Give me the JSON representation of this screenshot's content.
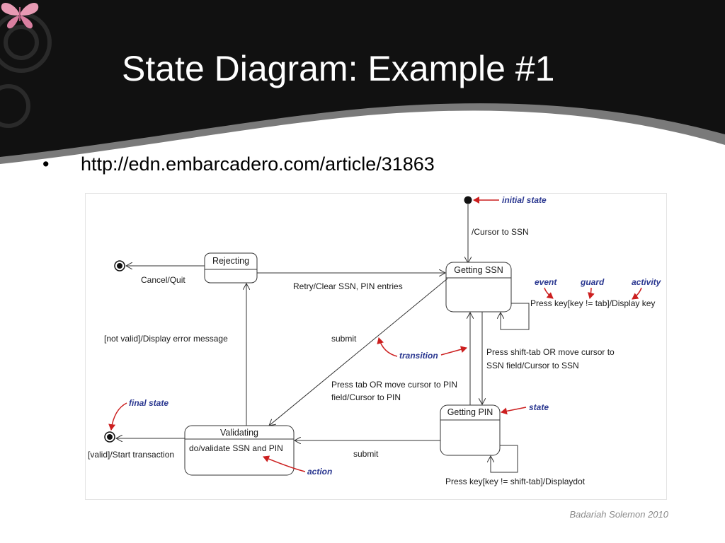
{
  "slide": {
    "title": "State Diagram: Example #1",
    "bullet": "http://edn.embarcadero.com/article/31863",
    "footer": "Badariah Solemon 2010"
  },
  "colors": {
    "header_bg": "#111111",
    "header_band": "#7a7a7a",
    "butterfly": "#e79ab3",
    "annotation_text": "#2a3790",
    "annotation_arrow": "#cc1f1f"
  },
  "diagram": {
    "states": {
      "rejecting": "Rejecting",
      "getting_ssn": "Getting SSN",
      "getting_pin": "Getting PIN",
      "validating": "Validating",
      "validating_action": "do/validate SSN and PIN"
    },
    "transitions": {
      "cursor_to_ssn": "/Cursor to SSN",
      "cancel_quit": "Cancel/Quit",
      "retry": "Retry/Clear SSN, PIN entries",
      "not_valid": "[not valid]/Display error message",
      "submit_ssn": "submit",
      "press_key": "Press key[key != tab]/Display key",
      "shift_tab_1": "Press shift-tab OR move cursor to",
      "shift_tab_2": "SSN field/Cursor to SSN",
      "tab_1": "Press tab OR move cursor to PIN",
      "tab_2": "field/Cursor to PIN",
      "submit_pin": "submit",
      "valid": "[valid]/Start transaction",
      "press_key_pin": "Press key[key != shift-tab]/Displaydot"
    },
    "annotations": {
      "initial_state": "initial state",
      "event": "event",
      "guard": "guard",
      "activity": "activity",
      "transition": "transition",
      "final_state": "final state",
      "state": "state",
      "action": "action"
    }
  }
}
